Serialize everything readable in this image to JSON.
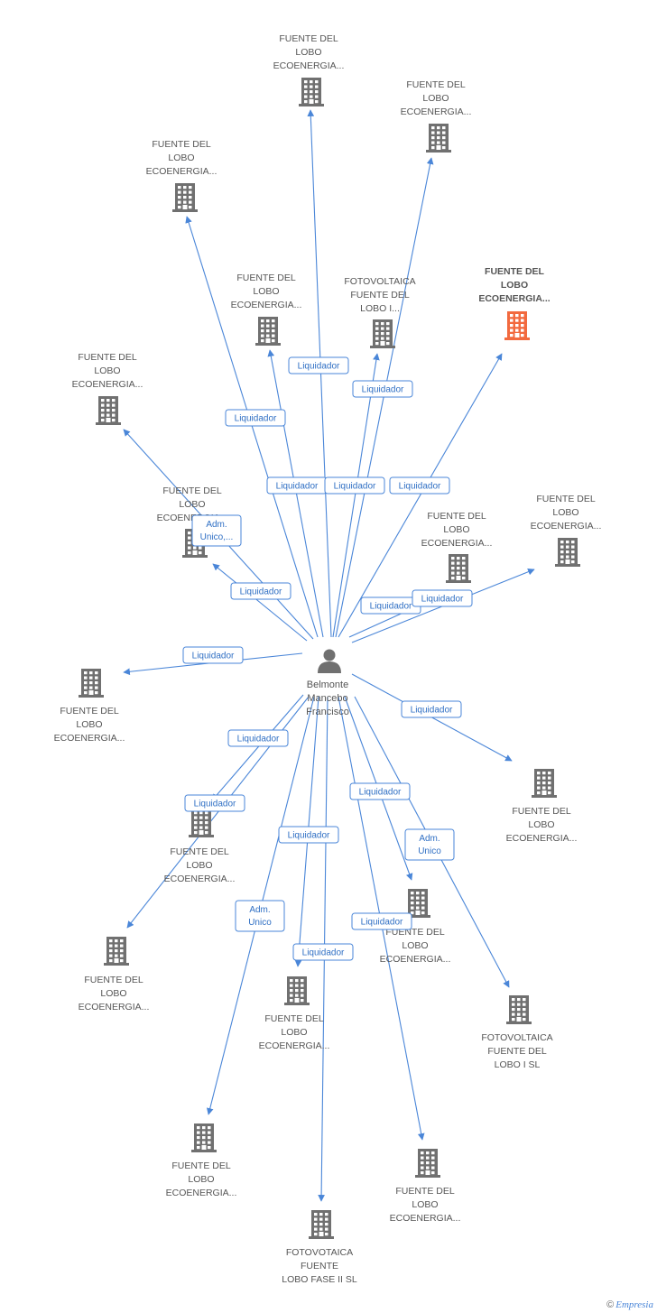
{
  "colors": {
    "edge": "#4a86d8",
    "building": "#707070",
    "highlight": "#f26a3f",
    "text": "#555555"
  },
  "center": {
    "id": "person",
    "icon": "person-icon",
    "lines": [
      "Belmonte",
      "Mancebo",
      "Francisco"
    ]
  },
  "nodes": [
    {
      "id": "n1",
      "lines": [
        "FUENTE DEL",
        "LOBO",
        "ECOENERGIA..."
      ],
      "highlight": false
    },
    {
      "id": "n2",
      "lines": [
        "FUENTE DEL",
        "LOBO",
        "ECOENERGIA..."
      ],
      "highlight": false
    },
    {
      "id": "n3",
      "lines": [
        "FUENTE DEL",
        "LOBO",
        "ECOENERGIA..."
      ],
      "highlight": false
    },
    {
      "id": "n4",
      "lines": [
        "FUENTE DEL",
        "LOBO",
        "ECOENERGIA..."
      ],
      "highlight": false
    },
    {
      "id": "n5",
      "lines": [
        "FOTOVOLTAICA",
        "FUENTE DEL",
        "LOBO I..."
      ],
      "highlight": false
    },
    {
      "id": "n6",
      "lines": [
        "FUENTE DEL",
        "LOBO",
        "ECOENERGIA..."
      ],
      "highlight": true
    },
    {
      "id": "n7",
      "lines": [
        "FUENTE DEL",
        "LOBO",
        "ECOENERGIA..."
      ],
      "highlight": false
    },
    {
      "id": "n8",
      "lines": [
        "FUENTE DEL",
        "LOBO",
        "ECOENERGIA..."
      ],
      "highlight": false
    },
    {
      "id": "n9",
      "lines": [
        "FUENTE DEL",
        "LOBO",
        "ECOENERGIA..."
      ],
      "highlight": false
    },
    {
      "id": "n10",
      "lines": [
        "FUENTE DEL",
        "LOBO",
        "ECOENERGIA..."
      ],
      "highlight": false
    },
    {
      "id": "n11",
      "lines": [
        "FUENTE DEL",
        "LOBO",
        "ECOENERGIA..."
      ],
      "highlight": false
    },
    {
      "id": "n12",
      "lines": [
        "FUENTE DEL",
        "LOBO",
        "ECOENERGIA..."
      ],
      "highlight": false
    },
    {
      "id": "n13",
      "lines": [
        "FUENTE DEL",
        "LOBO",
        "ECOENERGIA..."
      ],
      "highlight": false
    },
    {
      "id": "n14",
      "lines": [
        "FUENTE DEL",
        "LOBO",
        "ECOENERGIA..."
      ],
      "highlight": false
    },
    {
      "id": "n15",
      "lines": [
        "FUENTE DEL",
        "LOBO",
        "ECOENERGIA..."
      ],
      "highlight": false
    },
    {
      "id": "n16",
      "lines": [
        "FUENTE DEL",
        "LOBO",
        "ECOENERGIA..."
      ],
      "highlight": false
    },
    {
      "id": "n17",
      "lines": [
        "FOTOVOLTAICA",
        "FUENTE DEL",
        "LOBO I SL"
      ],
      "highlight": false
    },
    {
      "id": "n18",
      "lines": [
        "FUENTE DEL",
        "LOBO",
        "ECOENERGIA..."
      ],
      "highlight": false
    },
    {
      "id": "n19",
      "lines": [
        "FUENTE DEL",
        "LOBO",
        "ECOENERGIA..."
      ],
      "highlight": false
    },
    {
      "id": "n20",
      "lines": [
        "FOTOVOTAICA",
        "FUENTE",
        "LOBO FASE II SL"
      ],
      "highlight": false
    }
  ],
  "edges": [
    {
      "to": "n1",
      "label": [
        "Liquidador"
      ]
    },
    {
      "to": "n2",
      "label": [
        "Liquidador"
      ]
    },
    {
      "to": "n3",
      "label": [
        "Liquidador"
      ]
    },
    {
      "to": "n4",
      "label": [
        "Liquidador"
      ]
    },
    {
      "to": "n5",
      "label": [
        "Liquidador"
      ]
    },
    {
      "to": "n6",
      "label": [
        "Liquidador"
      ]
    },
    {
      "to": "n7",
      "label": [
        "Adm.",
        "Unico,..."
      ]
    },
    {
      "to": "n8",
      "label": [
        "Liquidador"
      ]
    },
    {
      "to": "n9",
      "label": [
        "Liquidador"
      ]
    },
    {
      "to": "n10",
      "label": [
        "Liquidador"
      ]
    },
    {
      "to": "n11",
      "label": [
        "Liquidador"
      ]
    },
    {
      "to": "n12",
      "label": [
        "Liquidador"
      ]
    },
    {
      "to": "n13",
      "label": [
        "Liquidador"
      ]
    },
    {
      "to": "n14",
      "label": [
        "Liquidador"
      ]
    },
    {
      "to": "n15",
      "label": [
        "Liquidador"
      ]
    },
    {
      "to": "n16",
      "label": [
        "Liquidador"
      ]
    },
    {
      "to": "n17",
      "label": [
        "Adm.",
        "Unico"
      ]
    },
    {
      "to": "n18",
      "label": [
        "Adm.",
        "Unico"
      ]
    },
    {
      "to": "n19",
      "label": [
        "Liquidador"
      ]
    },
    {
      "to": "n20",
      "label": [
        "Liquidador"
      ]
    }
  ],
  "footer": {
    "copyright": "©",
    "brand": "Empresia"
  }
}
